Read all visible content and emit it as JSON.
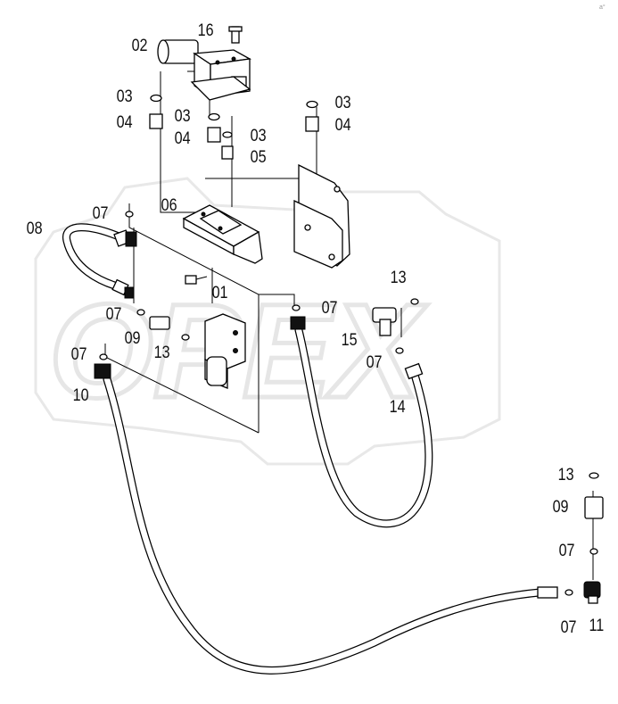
{
  "watermark": "OPEX",
  "corner_mark": "a°",
  "labels": [
    {
      "id": "16a",
      "text": "16"
    },
    {
      "id": "02a",
      "text": "02"
    },
    {
      "id": "03a",
      "text": "03"
    },
    {
      "id": "04a",
      "text": "04"
    },
    {
      "id": "03b",
      "text": "03"
    },
    {
      "id": "04b",
      "text": "04"
    },
    {
      "id": "03c",
      "text": "03"
    },
    {
      "id": "05a",
      "text": "05"
    },
    {
      "id": "03d",
      "text": "03"
    },
    {
      "id": "04c",
      "text": "04"
    },
    {
      "id": "06a",
      "text": "06"
    },
    {
      "id": "07a",
      "text": "07"
    },
    {
      "id": "08a",
      "text": "08"
    },
    {
      "id": "01a",
      "text": "01"
    },
    {
      "id": "07b",
      "text": "07"
    },
    {
      "id": "07c",
      "text": "07"
    },
    {
      "id": "09a",
      "text": "09"
    },
    {
      "id": "13a",
      "text": "13"
    },
    {
      "id": "07d",
      "text": "07"
    },
    {
      "id": "10a",
      "text": "10"
    },
    {
      "id": "13b",
      "text": "13"
    },
    {
      "id": "15a",
      "text": "15"
    },
    {
      "id": "07e",
      "text": "07"
    },
    {
      "id": "14a",
      "text": "14"
    },
    {
      "id": "13c",
      "text": "13"
    },
    {
      "id": "09b",
      "text": "09"
    },
    {
      "id": "07f",
      "text": "07"
    },
    {
      "id": "07g",
      "text": "07"
    },
    {
      "id": "11a",
      "text": "11"
    }
  ]
}
